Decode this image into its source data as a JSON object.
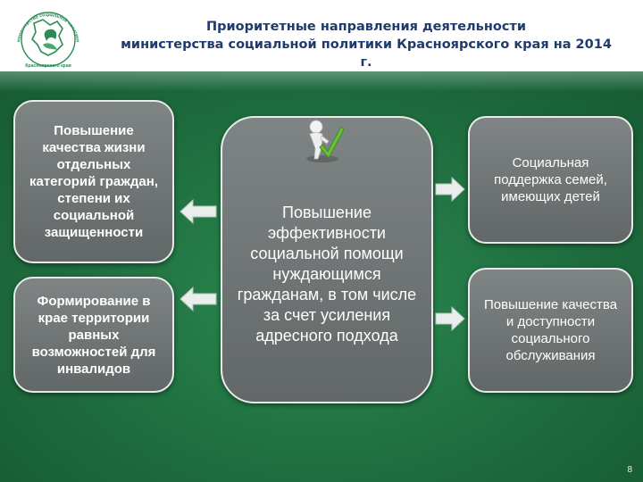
{
  "header": {
    "title_line1": "Приоритетные направления деятельности",
    "title_line2": "министерства социальной политики Красноярского края на 2014",
    "title_line3": "г."
  },
  "logo": {
    "arc_text": "министерство социальной политики",
    "bottom_text": "Красноярского края"
  },
  "center": {
    "text": "Повышение эффективности социальной помощи нуждающимся гражданам, в том числе за счет усиления адресного подхода",
    "icon": "person-checkmark-icon"
  },
  "left": [
    {
      "text": "Повышение качества жизни отдельных категорий граждан, степени их социальной защищенности"
    },
    {
      "text": "Формирование в крае территории равных возможностей для инвалидов"
    }
  ],
  "right": [
    {
      "text": "Социальная поддержка семей, имеющих детей"
    },
    {
      "text": "Повышение качества и доступности социального обслуживания"
    }
  ],
  "footer": {
    "page_number": "8"
  },
  "colors": {
    "background": "#1f6b3e",
    "box": "#6e7373",
    "title": "#1f3b6e",
    "arrow": "#e9eeec"
  }
}
